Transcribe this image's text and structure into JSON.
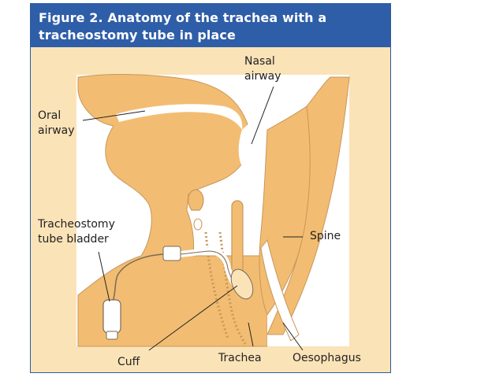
{
  "figure": {
    "title_line1": "Figure 2. Anatomy of the trachea with a",
    "title_line2": "tracheostomy tube in place"
  },
  "labels": {
    "nasal_line1": "Nasal",
    "nasal_line2": "airway",
    "oral_line1": "Oral",
    "oral_line2": "airway",
    "trach_line1": "Tracheostomy",
    "trach_line2": "tube bladder",
    "spine": "Spine",
    "cuff": "Cuff",
    "trachea": "Trachea",
    "oesophagus": "Oesophagus"
  },
  "colors": {
    "header": "#2f5ea8",
    "panel": "#fbe3b8",
    "tissue": "#f2bd72",
    "outline": "#c8965a"
  }
}
